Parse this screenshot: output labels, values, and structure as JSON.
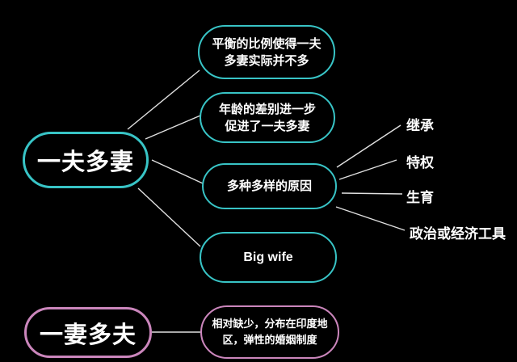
{
  "mindmap": {
    "root_polygyny": {
      "label": "一夫多妻"
    },
    "polygyny_branches": [
      {
        "lines": [
          "平衡的比例使得一夫",
          "多妻实际并不多"
        ]
      },
      {
        "lines": [
          "年龄的差别进一步",
          "促进了一夫多妻"
        ]
      },
      {
        "lines": [
          "多种多样的原因"
        ]
      },
      {
        "lines": [
          "Big wife"
        ]
      }
    ],
    "reason_labels": [
      "继承",
      "特权",
      "生育",
      "政治或经济工具"
    ],
    "root_polyandry": {
      "label": "一妻多夫"
    },
    "polyandry_branch": {
      "lines": [
        "相对缺少，分布在印度地",
        "区，弹性的婚姻制度"
      ]
    }
  },
  "colors": {
    "background": "#000000",
    "polygyny_border": "#38c4c6",
    "polyandry_border": "#cb86bc",
    "connector": "#e0e0e0",
    "text": "#ffffff"
  }
}
